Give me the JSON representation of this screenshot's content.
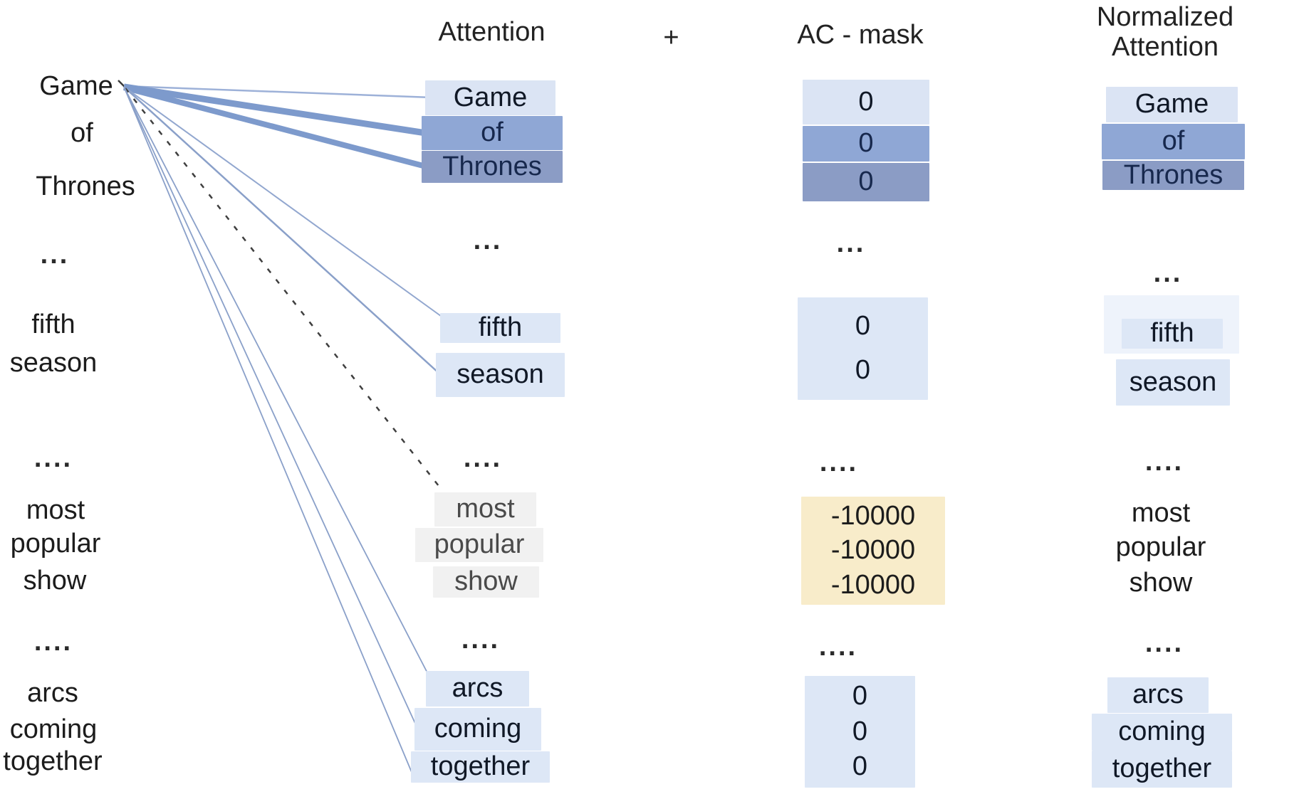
{
  "figure": {
    "headers": {
      "attention": "Attention",
      "plus": "+",
      "ac_mask": "AC - mask",
      "normalized": "Normalized Attention"
    },
    "source_tokens": [
      "Game",
      "of",
      "Thrones",
      "...",
      "fifth",
      "season",
      "....",
      "most",
      "popular",
      "show",
      "....",
      "arcs",
      "coming",
      "together"
    ],
    "attention_tokens": [
      "Game",
      "of",
      "Thrones",
      "...",
      "fifth",
      "season",
      "....",
      "most",
      "popular",
      "show",
      "....",
      "arcs",
      "coming",
      "together"
    ],
    "ac_mask_values": [
      "0",
      "0",
      "0",
      "...",
      "0",
      "0",
      "....",
      "-10000",
      "-10000",
      "-10000",
      "....",
      "0",
      "0",
      "0"
    ],
    "normalized_tokens": [
      "Game",
      "of",
      "Thrones",
      "...",
      "fifth",
      "season",
      "....",
      "most",
      "popular",
      "show",
      "....",
      "arcs",
      "coming",
      "together"
    ],
    "colors": {
      "highlight_light_blue": "#dbe4f4",
      "highlight_mid_blue": "#8fa7d5",
      "highlight_gray_blue": "#8b9cc5",
      "mask_zero_bg": "#dde7f6",
      "mask_negative_bg": "#f8ecca",
      "muted_gray_bg": "#f1f1f1",
      "line_blue": "#7d9acc",
      "dashed_line": "#3f3f3f"
    }
  }
}
